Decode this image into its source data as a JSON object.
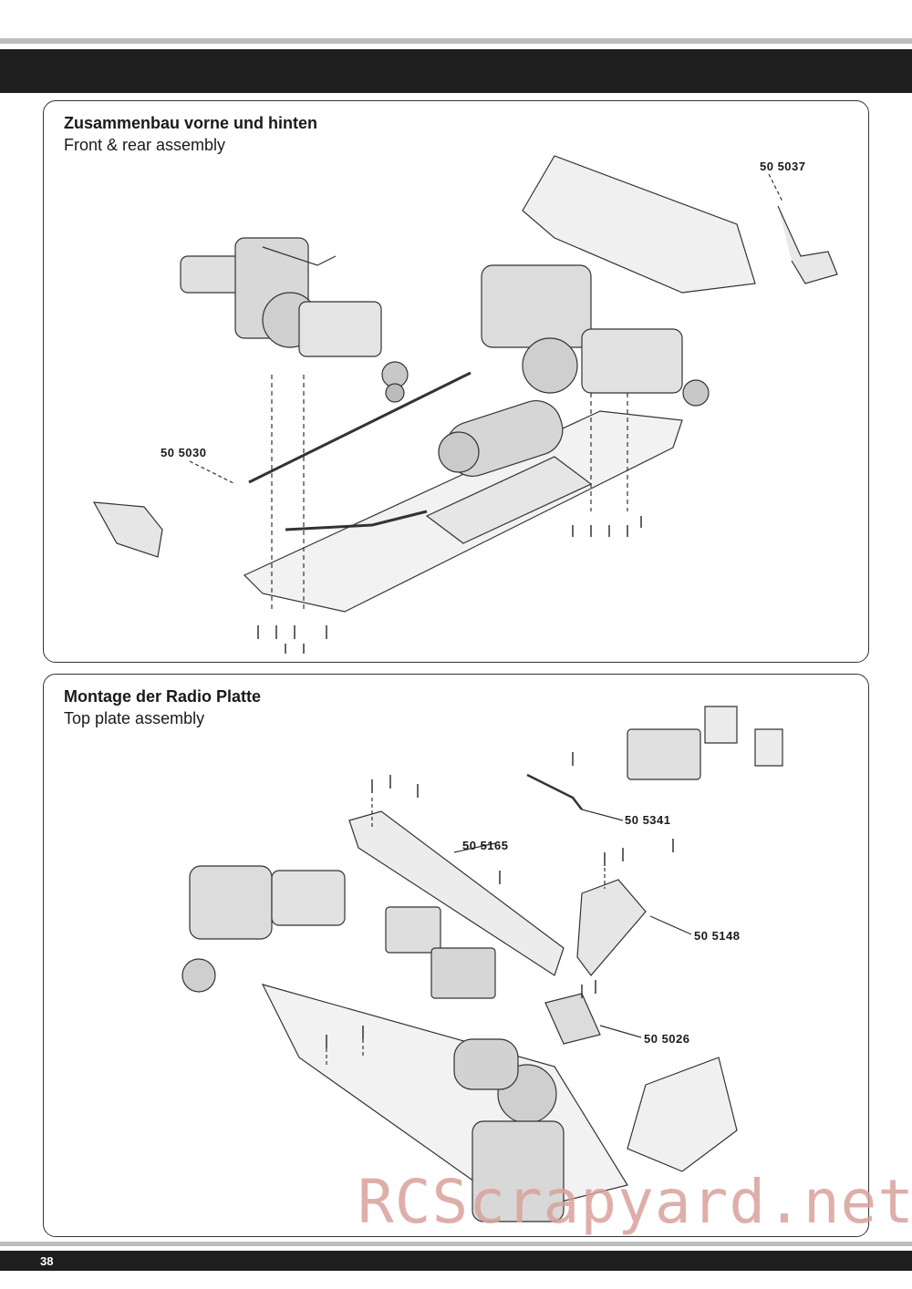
{
  "section1": {
    "title_de": "Zusammenbau vorne und hinten",
    "title_en": "Front & rear assembly",
    "parts": [
      "50 5037",
      "50 5030"
    ]
  },
  "section2": {
    "title_de": "Montage der Radio Platte",
    "title_en": "Top plate assembly",
    "parts": [
      "50 5341",
      "50 5165",
      "50 5148",
      "50 5026"
    ]
  },
  "watermark": "RCScrapyard.net",
  "page_number": "38",
  "colors": {
    "band": "#1e1e1e",
    "rule": "#bdbdbd",
    "watermark": "#d9a29c"
  }
}
